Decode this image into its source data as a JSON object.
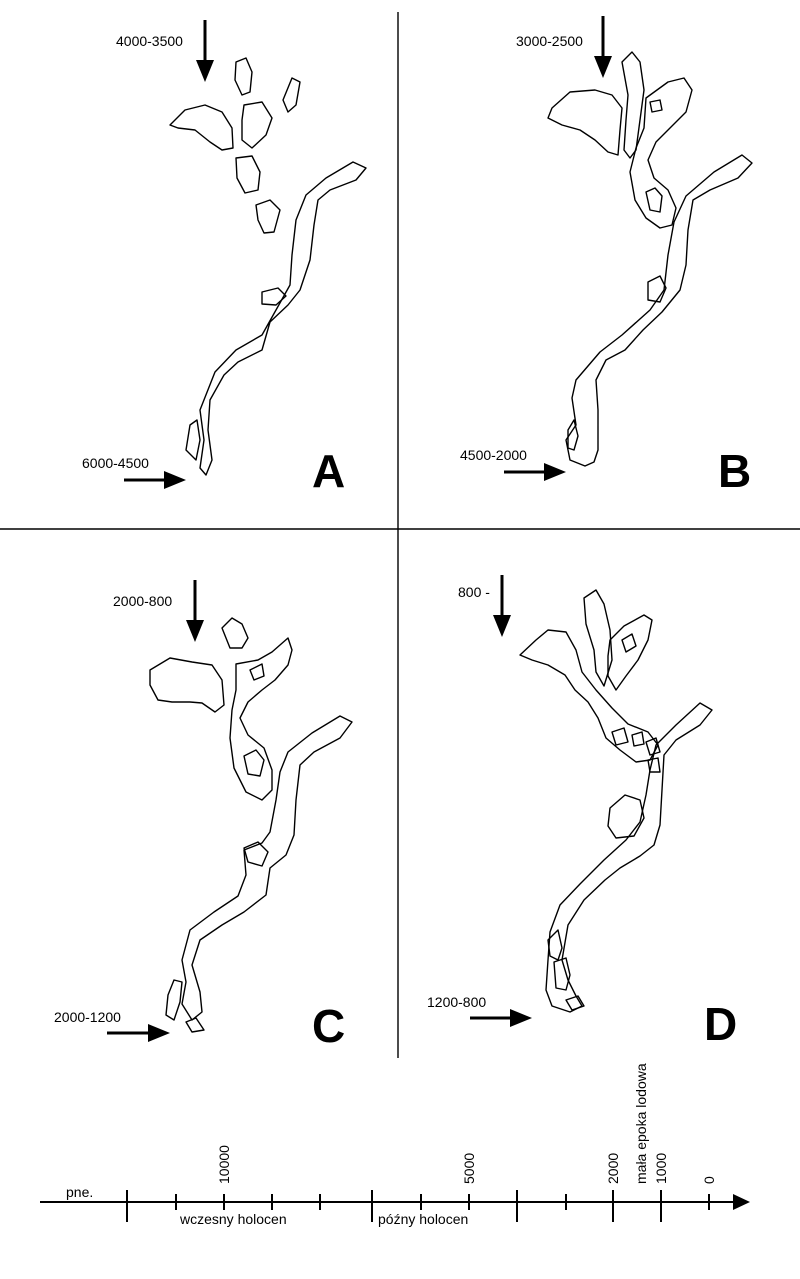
{
  "panels": {
    "A": {
      "letter": "A",
      "top_range": "4000-3500",
      "bottom_range": "6000-4500"
    },
    "B": {
      "letter": "B",
      "top_range": "3000-2500",
      "bottom_range": "4500-2000"
    },
    "C": {
      "letter": "C",
      "top_range": "2000-800",
      "bottom_range": "2000-1200"
    },
    "D": {
      "letter": "D",
      "top_range": "800 -",
      "bottom_range": "1200-800"
    }
  },
  "timeline": {
    "left_label": "pne.",
    "tick_labels": [
      "10000",
      "5000",
      "2000",
      "1000",
      "0"
    ],
    "period_early": "wczesny holocen",
    "period_late": "późny holocen",
    "little_ice_age": "mała epoka lodowa"
  }
}
